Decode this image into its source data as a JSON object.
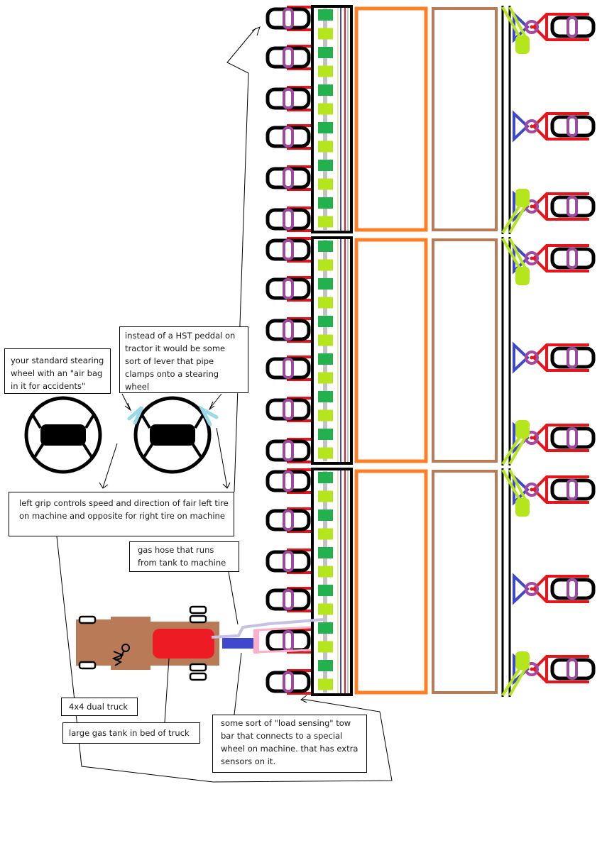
{
  "diagram": {
    "title": "Remote-controlled machine towed by truck concept sketch",
    "colors": {
      "tire_outline": "#000000",
      "hub": "#9b4a9e",
      "fender_line": "#e8141c",
      "frame": "#000000",
      "seed_dark": "#22b14c",
      "seed_light": "#b5e61d",
      "seed_shaft": "#c3c3c3",
      "wire_cream": "#efe4b0",
      "wire_blue": "#3f48cc",
      "wire_red": "#ed1c24",
      "wire_gray": "#c3c3c3",
      "hopper_orange": "#ff7f27",
      "hopper_brown": "#b97a57",
      "linkage_blue": "#3f48cc",
      "cylinder_green": "#b5e61d",
      "pivot_purple": "#a349a4",
      "steering_bracket": "#99d9ea",
      "truck_body": "#b97a57",
      "gas_tank": "#ed1c24",
      "tow_bar": "#3f48cc",
      "sensor_wheel_frame": "#ffaec9",
      "gas_hose": "#c8bfe7"
    },
    "machine": {
      "sections": 3,
      "left_wheels_per_section": 6,
      "seed_units_per_section": 12,
      "right_wheel_assemblies_per_section": 3
    }
  },
  "notes": {
    "steering": "your standard stearing wheel with an \"air bag in it for accidents\"",
    "lever": "instead of a HST peddal on tractor it would be some sort of lever that pipe clamps onto a stearing wheel",
    "grip": "left grip controls speed and direction of fair left tire on machine and opposite for right tire on machine",
    "hose": "gas hose that runs from tank to machine",
    "truck": "4x4 dual truck",
    "tank": "large gas tank in bed of truck",
    "towbar": "some sort of \"load sensing\" tow bar that connects to a special wheel on machine. that has extra sensors on it."
  }
}
